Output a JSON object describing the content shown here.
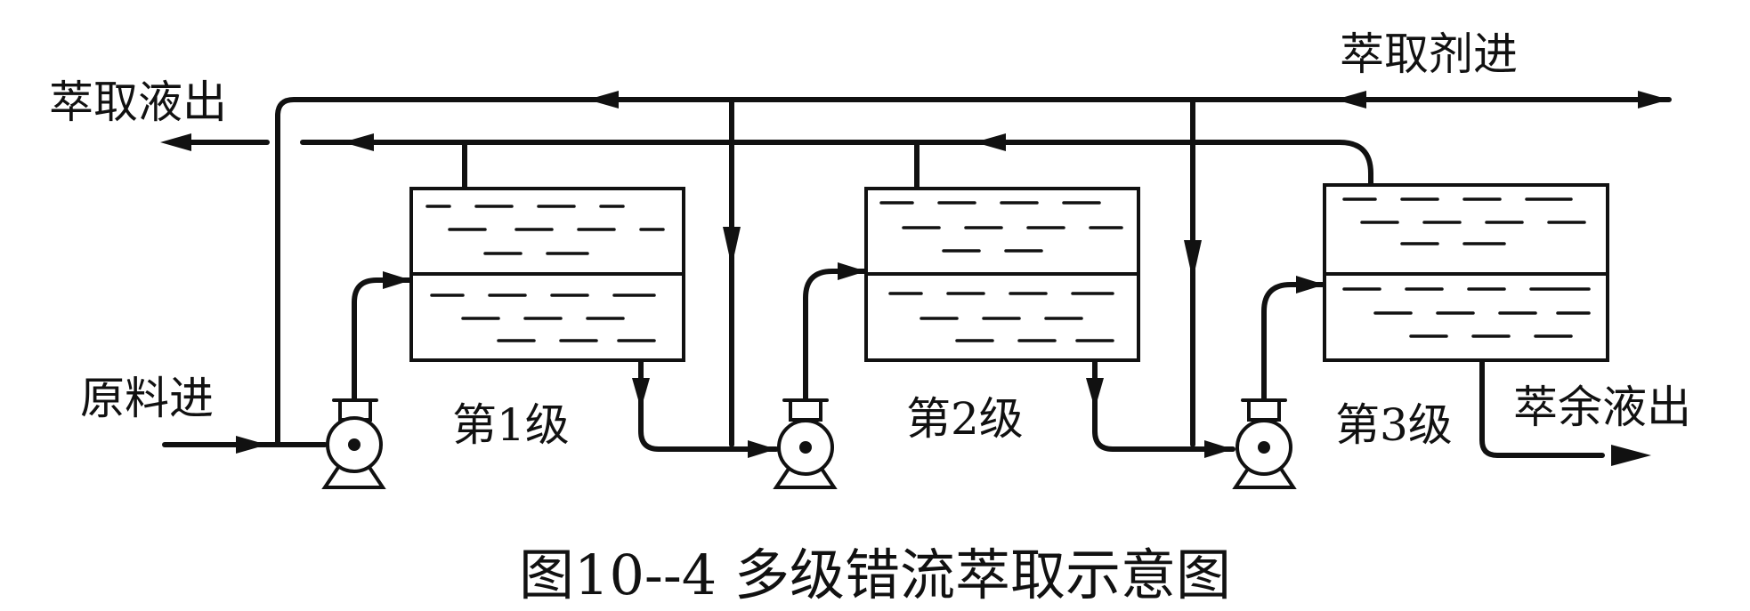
{
  "labels": {
    "extract_out": "萃取液出",
    "solvent_in": "萃取剂进",
    "feed_in": "原料进",
    "raffinate_out": "萃余液出",
    "stage1": "第1级",
    "stage2": "第2级",
    "stage3": "第3级",
    "caption": "图10--4 多级错流萃取示意图"
  }
}
